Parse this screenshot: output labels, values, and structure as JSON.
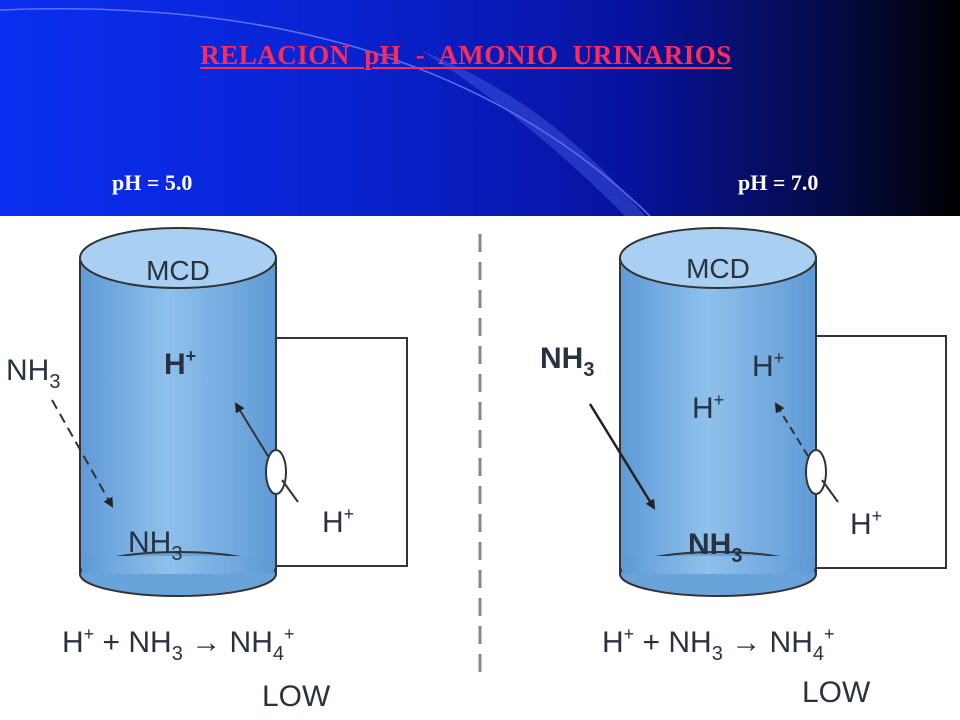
{
  "slide": {
    "title": "RELACION  pH  -  AMONIO  URINARIOS",
    "left_ph": "pH = 5.0",
    "right_ph": "pH = 7.0"
  },
  "left_panel": {
    "segment_label": "MCD",
    "lumen_ion": "H",
    "outside_base": "NH",
    "inside_base": "NH",
    "interstitial_ion": "H",
    "equation": {
      "proton": "H",
      "base": "NH",
      "arrow": "→",
      "ammonium": "NH"
    },
    "result": "LOW"
  },
  "right_panel": {
    "segment_label": "MCD",
    "lumen_ion_top": "H",
    "lumen_ion_mid": "H",
    "outside_base": "NH",
    "inside_base": "NH",
    "interstitial_ion": "H",
    "equation": {
      "proton": "H",
      "base": "NH",
      "arrow": "→",
      "ammonium": "NH"
    },
    "result": "LOW"
  },
  "notation": {
    "plus": "+",
    "sub3": "3",
    "sub4": "4"
  },
  "colors": {
    "cylinder_fill": "#7fb6e6",
    "cylinder_top": "#a9d0f2",
    "title": "#ff2a5a",
    "text": "#2a3240"
  }
}
